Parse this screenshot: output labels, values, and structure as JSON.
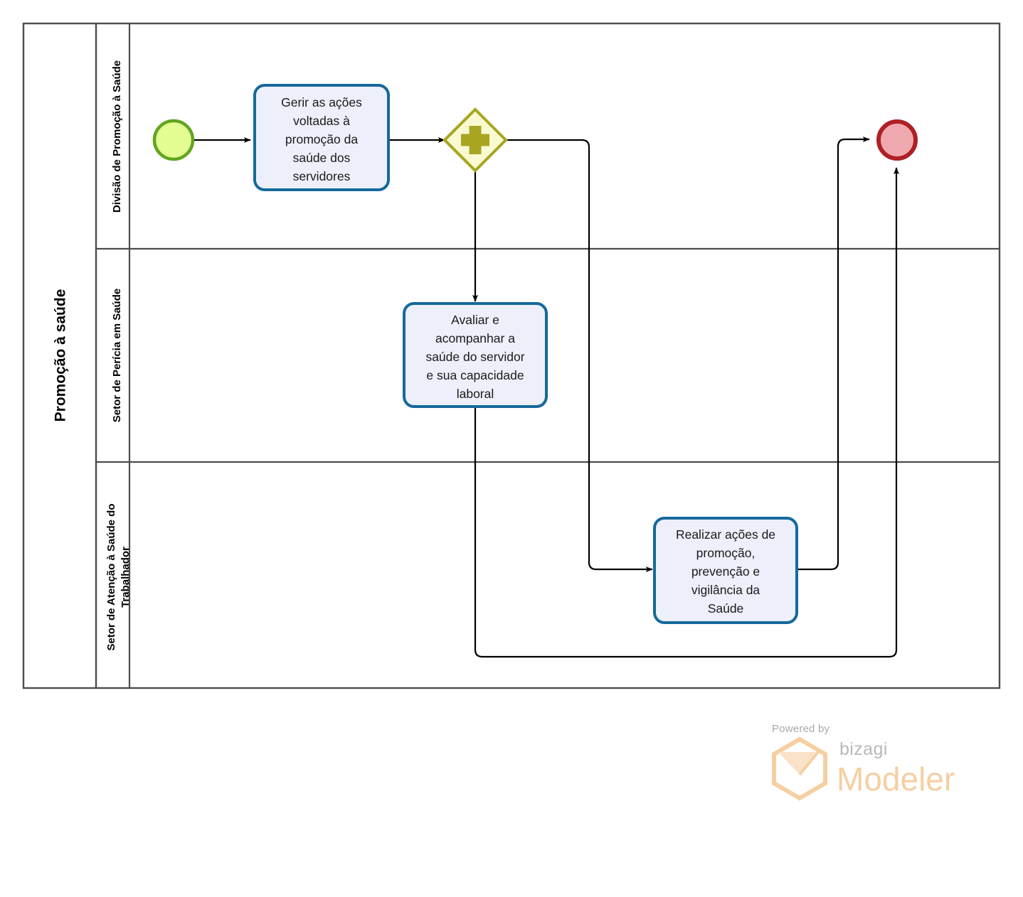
{
  "diagram": {
    "type": "bpmn-process-diagram",
    "pool": {
      "name": "Promoção à saúde"
    },
    "lanes": [
      {
        "id": "lane-1",
        "name": "Divisão de Promoção à Saúde"
      },
      {
        "id": "lane-2",
        "name": "Setor de Perícia em Saúde"
      },
      {
        "id": "lane-3",
        "name": "Setor de Atenção à Saúde do Trabalhador",
        "name_lines": [
          "Setor de Atenção à Saúde do",
          "Trabalhador"
        ]
      }
    ],
    "events": [
      {
        "id": "start-event",
        "kind": "start",
        "label": ""
      },
      {
        "id": "end-event",
        "kind": "end",
        "label": ""
      }
    ],
    "gateways": [
      {
        "id": "parallel-gateway",
        "kind": "parallel",
        "symbol": "+"
      }
    ],
    "tasks": [
      {
        "id": "task-gerir",
        "lane": "lane-1",
        "text": "Gerir as ações voltadas à promoção da saúde dos servidores",
        "lines": [
          "Gerir as ações",
          "voltadas à",
          "promoção da",
          "saúde dos",
          "servidores"
        ]
      },
      {
        "id": "task-avaliar",
        "lane": "lane-2",
        "text": "Avaliar e acompanhar a saúde do servidor e sua capacidade laboral",
        "lines": [
          "Avaliar e",
          "acompanhar a",
          "saúde do servidor",
          "e sua capacidade",
          "laboral"
        ]
      },
      {
        "id": "task-realizar",
        "lane": "lane-3",
        "text": "Realizar ações de promoção, prevenção e vigilância da Saúde",
        "lines": [
          "Realizar ações de",
          "promoção,",
          "prevenção e",
          "vigilância da",
          "Saúde"
        ]
      }
    ],
    "flows": [
      {
        "id": "flow-start-gerir",
        "from": "start-event",
        "to": "task-gerir"
      },
      {
        "id": "flow-gerir-gateway",
        "from": "task-gerir",
        "to": "parallel-gateway"
      },
      {
        "id": "flow-gateway-avaliar",
        "from": "parallel-gateway",
        "to": "task-avaliar"
      },
      {
        "id": "flow-gateway-realizar",
        "from": "parallel-gateway",
        "to": "task-realizar"
      },
      {
        "id": "flow-realizar-end",
        "from": "task-realizar",
        "to": "end-event"
      },
      {
        "id": "flow-avaliar-end",
        "from": "task-avaliar",
        "to": "end-event"
      }
    ]
  },
  "watermark": {
    "powered_by": "Powered by",
    "brand": "bizagi",
    "product": "Modeler"
  },
  "colors": {
    "task_fill": "#EDF0FB",
    "task_stroke": "#16699B",
    "start_fill": "#E3FD93",
    "start_stroke": "#62A420",
    "end_fill": "#EFA9AE",
    "end_stroke": "#AF2025",
    "gateway_fill": "#FAFAD2",
    "gateway_stroke": "#A8A521",
    "pool_stroke": "#4D4D4D",
    "flow_stroke": "#000000",
    "watermark_orange": "#F5CFA2"
  }
}
